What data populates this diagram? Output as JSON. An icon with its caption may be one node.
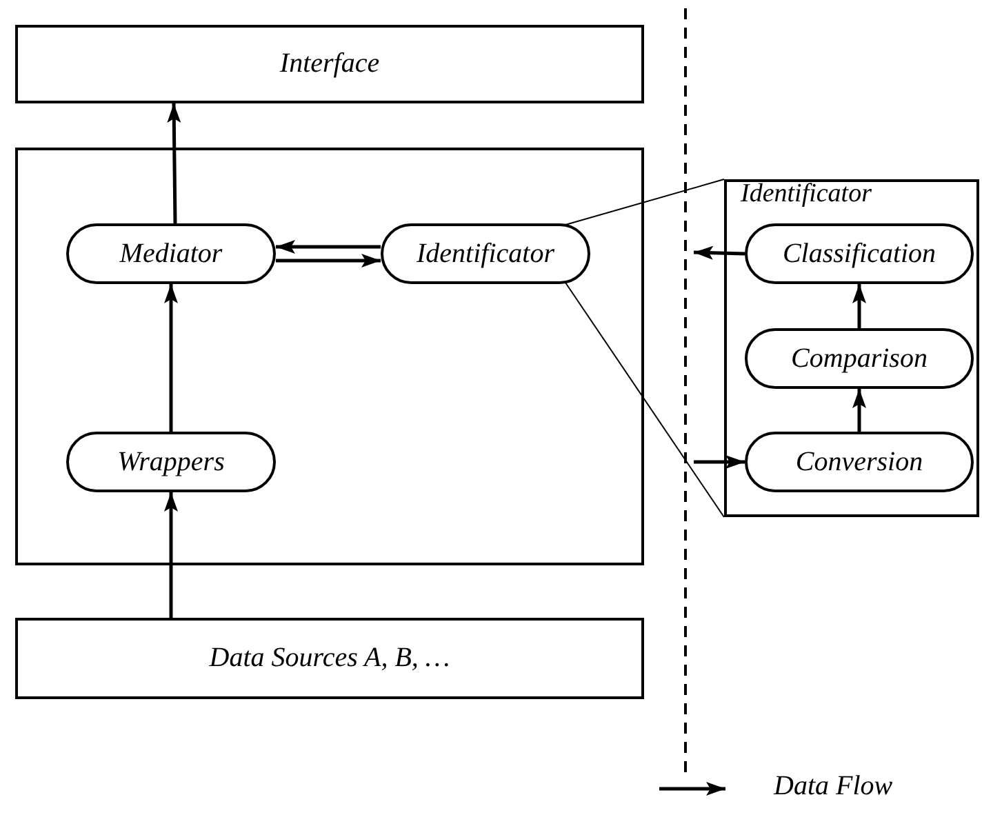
{
  "diagram": {
    "nodes": [
      {
        "text": [
          "Interface"
        ]
      },
      {
        "text": [],
        "shape": "box"
      },
      {
        "text": [
          "Mediator"
        ],
        "in": 1
      },
      {
        "text": [
          "Identificator"
        ],
        "in": 1
      },
      {
        "text": [
          "Wrappers"
        ],
        "in": 1
      },
      {
        "text": [
          "Data Sources A, B, …"
        ]
      },
      {
        "text": [
          "Identificator"
        ]
      },
      {
        "text": [
          "Classification"
        ],
        "in": 6
      },
      {
        "text": [
          "Comparison"
        ],
        "in": 6
      },
      {
        "text": [
          "Conversion"
        ],
        "in": 6
      }
    ],
    "edges": [
      {
        "from": 5,
        "to": 4,
        "arrow": "to"
      },
      {
        "from": 4,
        "to": 2,
        "arrow": "to"
      },
      {
        "from": 2,
        "to": 0,
        "arrow": "to"
      },
      {
        "from": 3,
        "to": 2,
        "arrow": "to"
      },
      {
        "from": 2,
        "to": 3,
        "arrow": "to"
      },
      {
        "from": 9,
        "to": 8,
        "arrow": "to"
      },
      {
        "from": 8,
        "to": 7,
        "arrow": "to"
      },
      {
        "from": 7,
        "to": null,
        "arrow": "to"
      },
      {
        "from": null,
        "to": 9,
        "arrow": "to"
      },
      {
        "from": 3,
        "to": 6,
        "arrow": "none"
      },
      {
        "from": 3,
        "to": 6,
        "arrow": "none"
      }
    ],
    "legend": [
      {
        "text": "Data Flow"
      }
    ]
  }
}
